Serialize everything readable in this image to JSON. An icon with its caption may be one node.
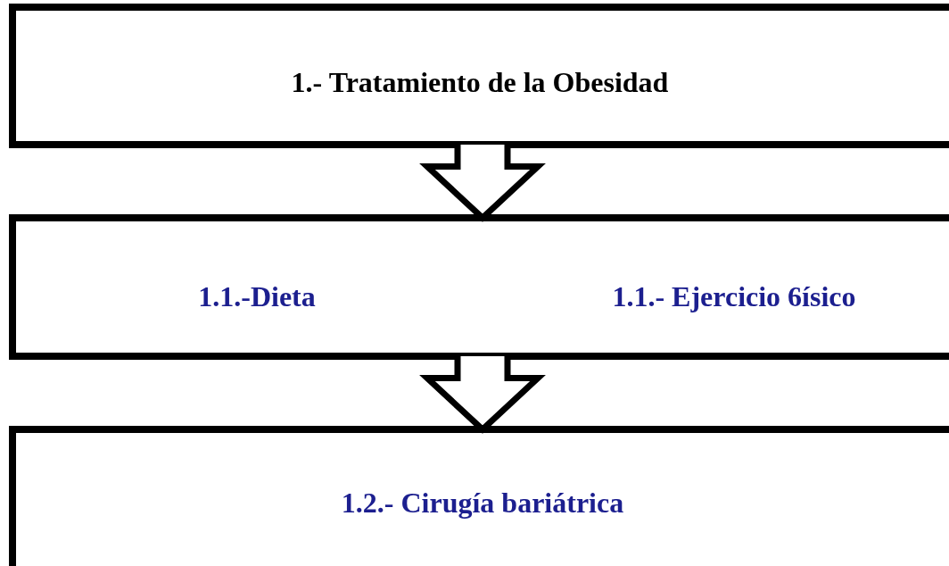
{
  "diagram": {
    "nodes": [
      {
        "text": [
          "1.- Tratamiento de la Obesidad"
        ]
      },
      {
        "text": [
          "1.1.-Dieta",
          "1.1.- Ejercicio 6ísico"
        ]
      },
      {
        "text": [
          "1.2.- Cirugía bariátrica"
        ]
      }
    ],
    "edges": [
      {
        "from": 0,
        "to": 1,
        "arrow": "to"
      },
      {
        "from": 1,
        "to": 2,
        "arrow": "to"
      }
    ]
  }
}
